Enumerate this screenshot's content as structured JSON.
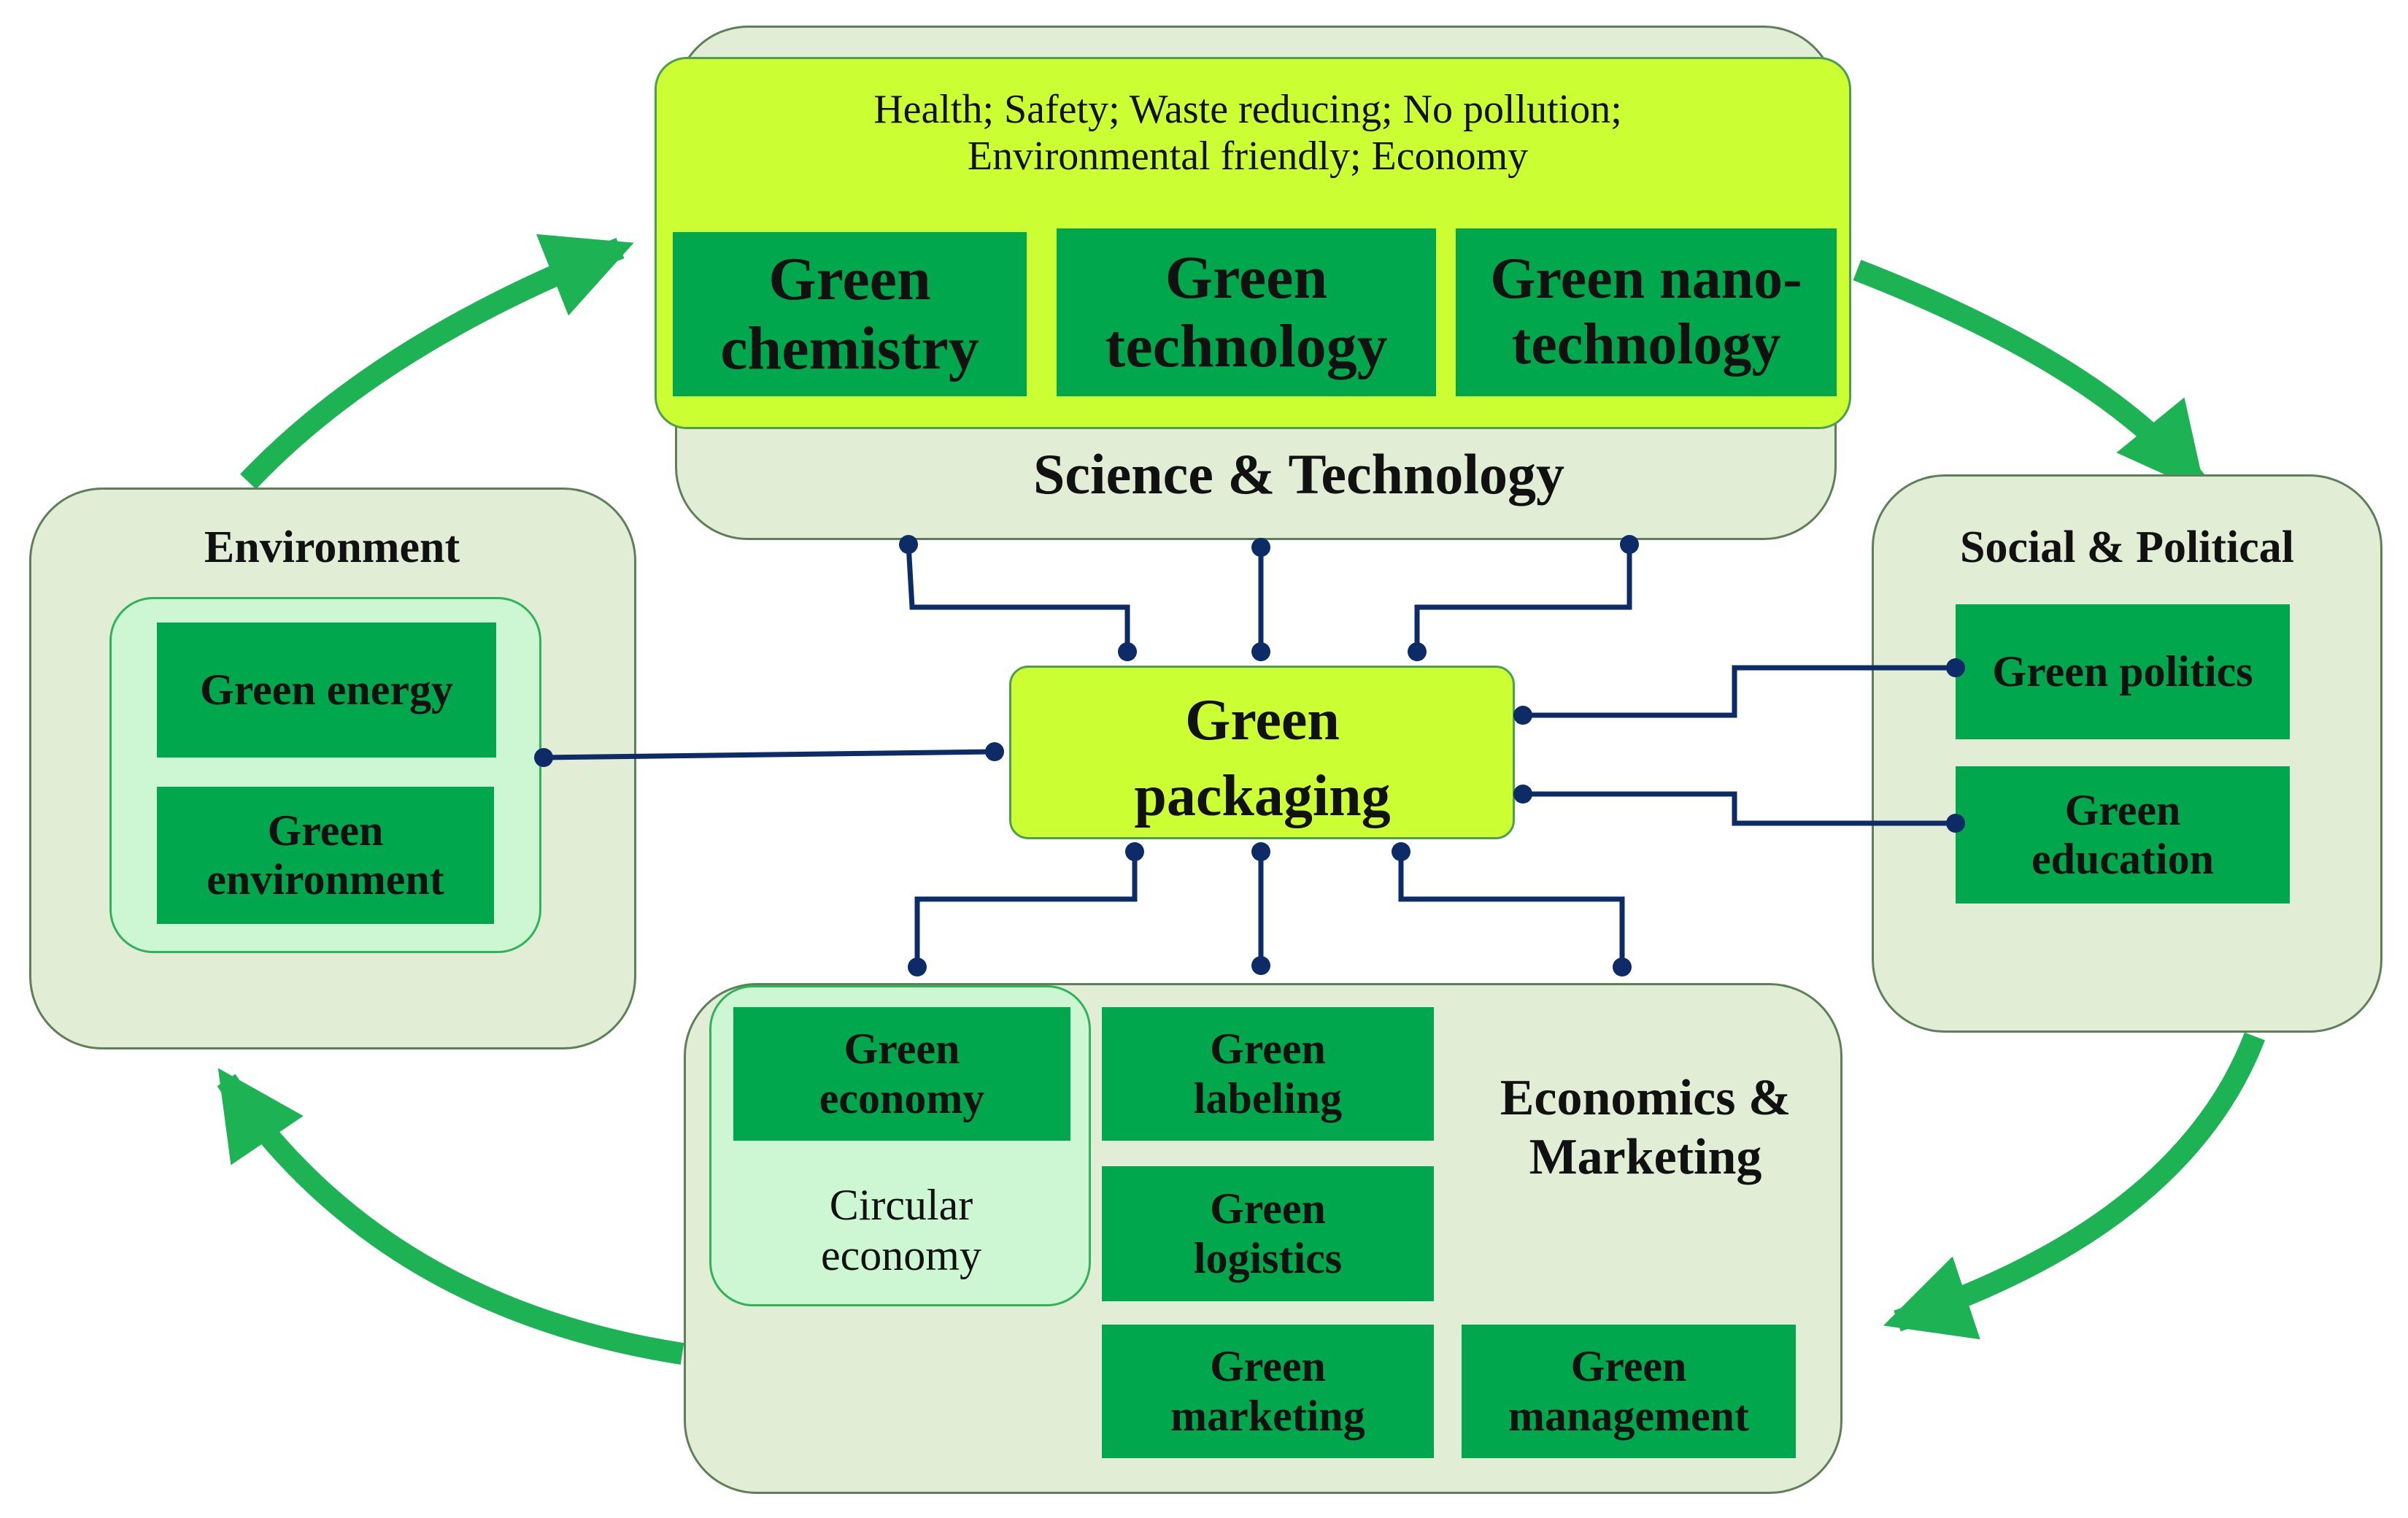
{
  "center": {
    "title": "Green packaging"
  },
  "science": {
    "label": "Science & Technology",
    "values_text": "Health; Safety; Waste reducing; No pollution; Environmental friendly; Economy",
    "items": [
      "Green chemistry",
      "Green technology",
      "Green nano-technology"
    ]
  },
  "environment": {
    "label": "Environment",
    "items": [
      "Green energy",
      "Green environment"
    ]
  },
  "social": {
    "label": "Social & Political",
    "items": [
      "Green politics",
      "Green education"
    ]
  },
  "economics": {
    "label": "Economics & Marketing",
    "group_item": "Green economy",
    "group_caption": "Circular economy",
    "items": [
      "Green labeling",
      "Green logistics",
      "Green marketing",
      "Green management"
    ]
  },
  "colors": {
    "panel": "#e2edd5",
    "lime": "#ccff33",
    "item_green": "#00a74c",
    "arrow_green": "#1db354",
    "connector": "#0d2b66"
  }
}
